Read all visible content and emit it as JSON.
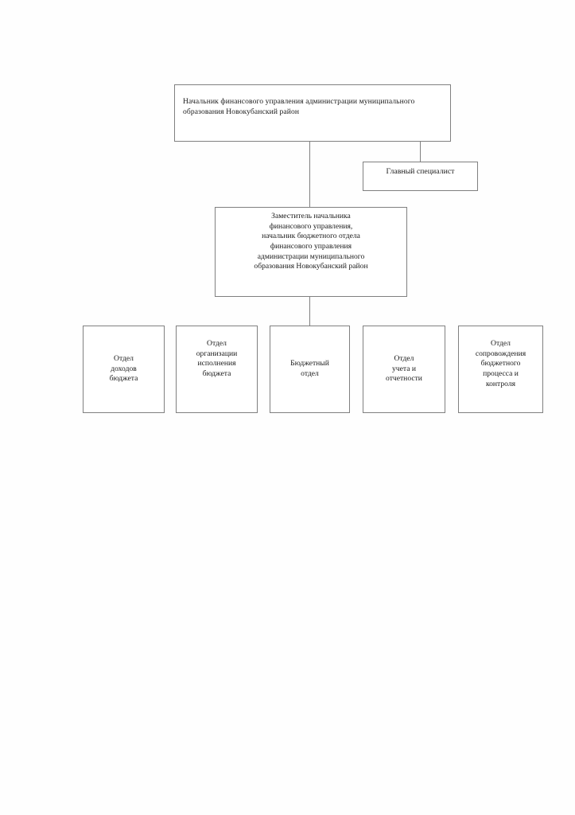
{
  "chart_data": {
    "type": "diagram",
    "diagram_kind": "organizational-chart",
    "language": "ru",
    "title": "",
    "background_color": "#fefefe",
    "border_color": "#808080",
    "text_color": "#1a1a1a",
    "nodes": [
      {
        "id": "head",
        "level": 1,
        "label": "Начальник финансового управления администрации муниципального образования Новокубанский район",
        "text_align": "left"
      },
      {
        "id": "specialist",
        "level": 2,
        "label": "Главный специалист",
        "text_align": "center"
      },
      {
        "id": "deputy",
        "level": 2,
        "label": "Заместитель начальника\nфинансового управления,\nначальник бюджетного отдела\nфинансового управления\nадминистрации муниципального\nобразования Новокубанский район",
        "text_align": "center"
      }
    ],
    "divisions": [
      {
        "id": "div-0",
        "label": "Отдел\nдоходов\nбюджета"
      },
      {
        "id": "div-1",
        "label": "Отдел\nорганизации\nисполнения\nбюджета"
      },
      {
        "id": "div-2",
        "label": "Бюджетный\nотдел"
      },
      {
        "id": "div-3",
        "label": "Отдел\nучета и\nотчетности"
      },
      {
        "id": "div-4",
        "label": "Отдел\nсопровождения\nбюджетного\nпроцесса и\nконтроля"
      }
    ],
    "edges": [
      {
        "from": "head",
        "to": "deputy",
        "style": "vertical-line"
      },
      {
        "from": "head",
        "to": "specialist",
        "style": "vertical-line"
      },
      {
        "from": "deputy",
        "to": "div-2",
        "style": "vertical-line"
      }
    ]
  }
}
